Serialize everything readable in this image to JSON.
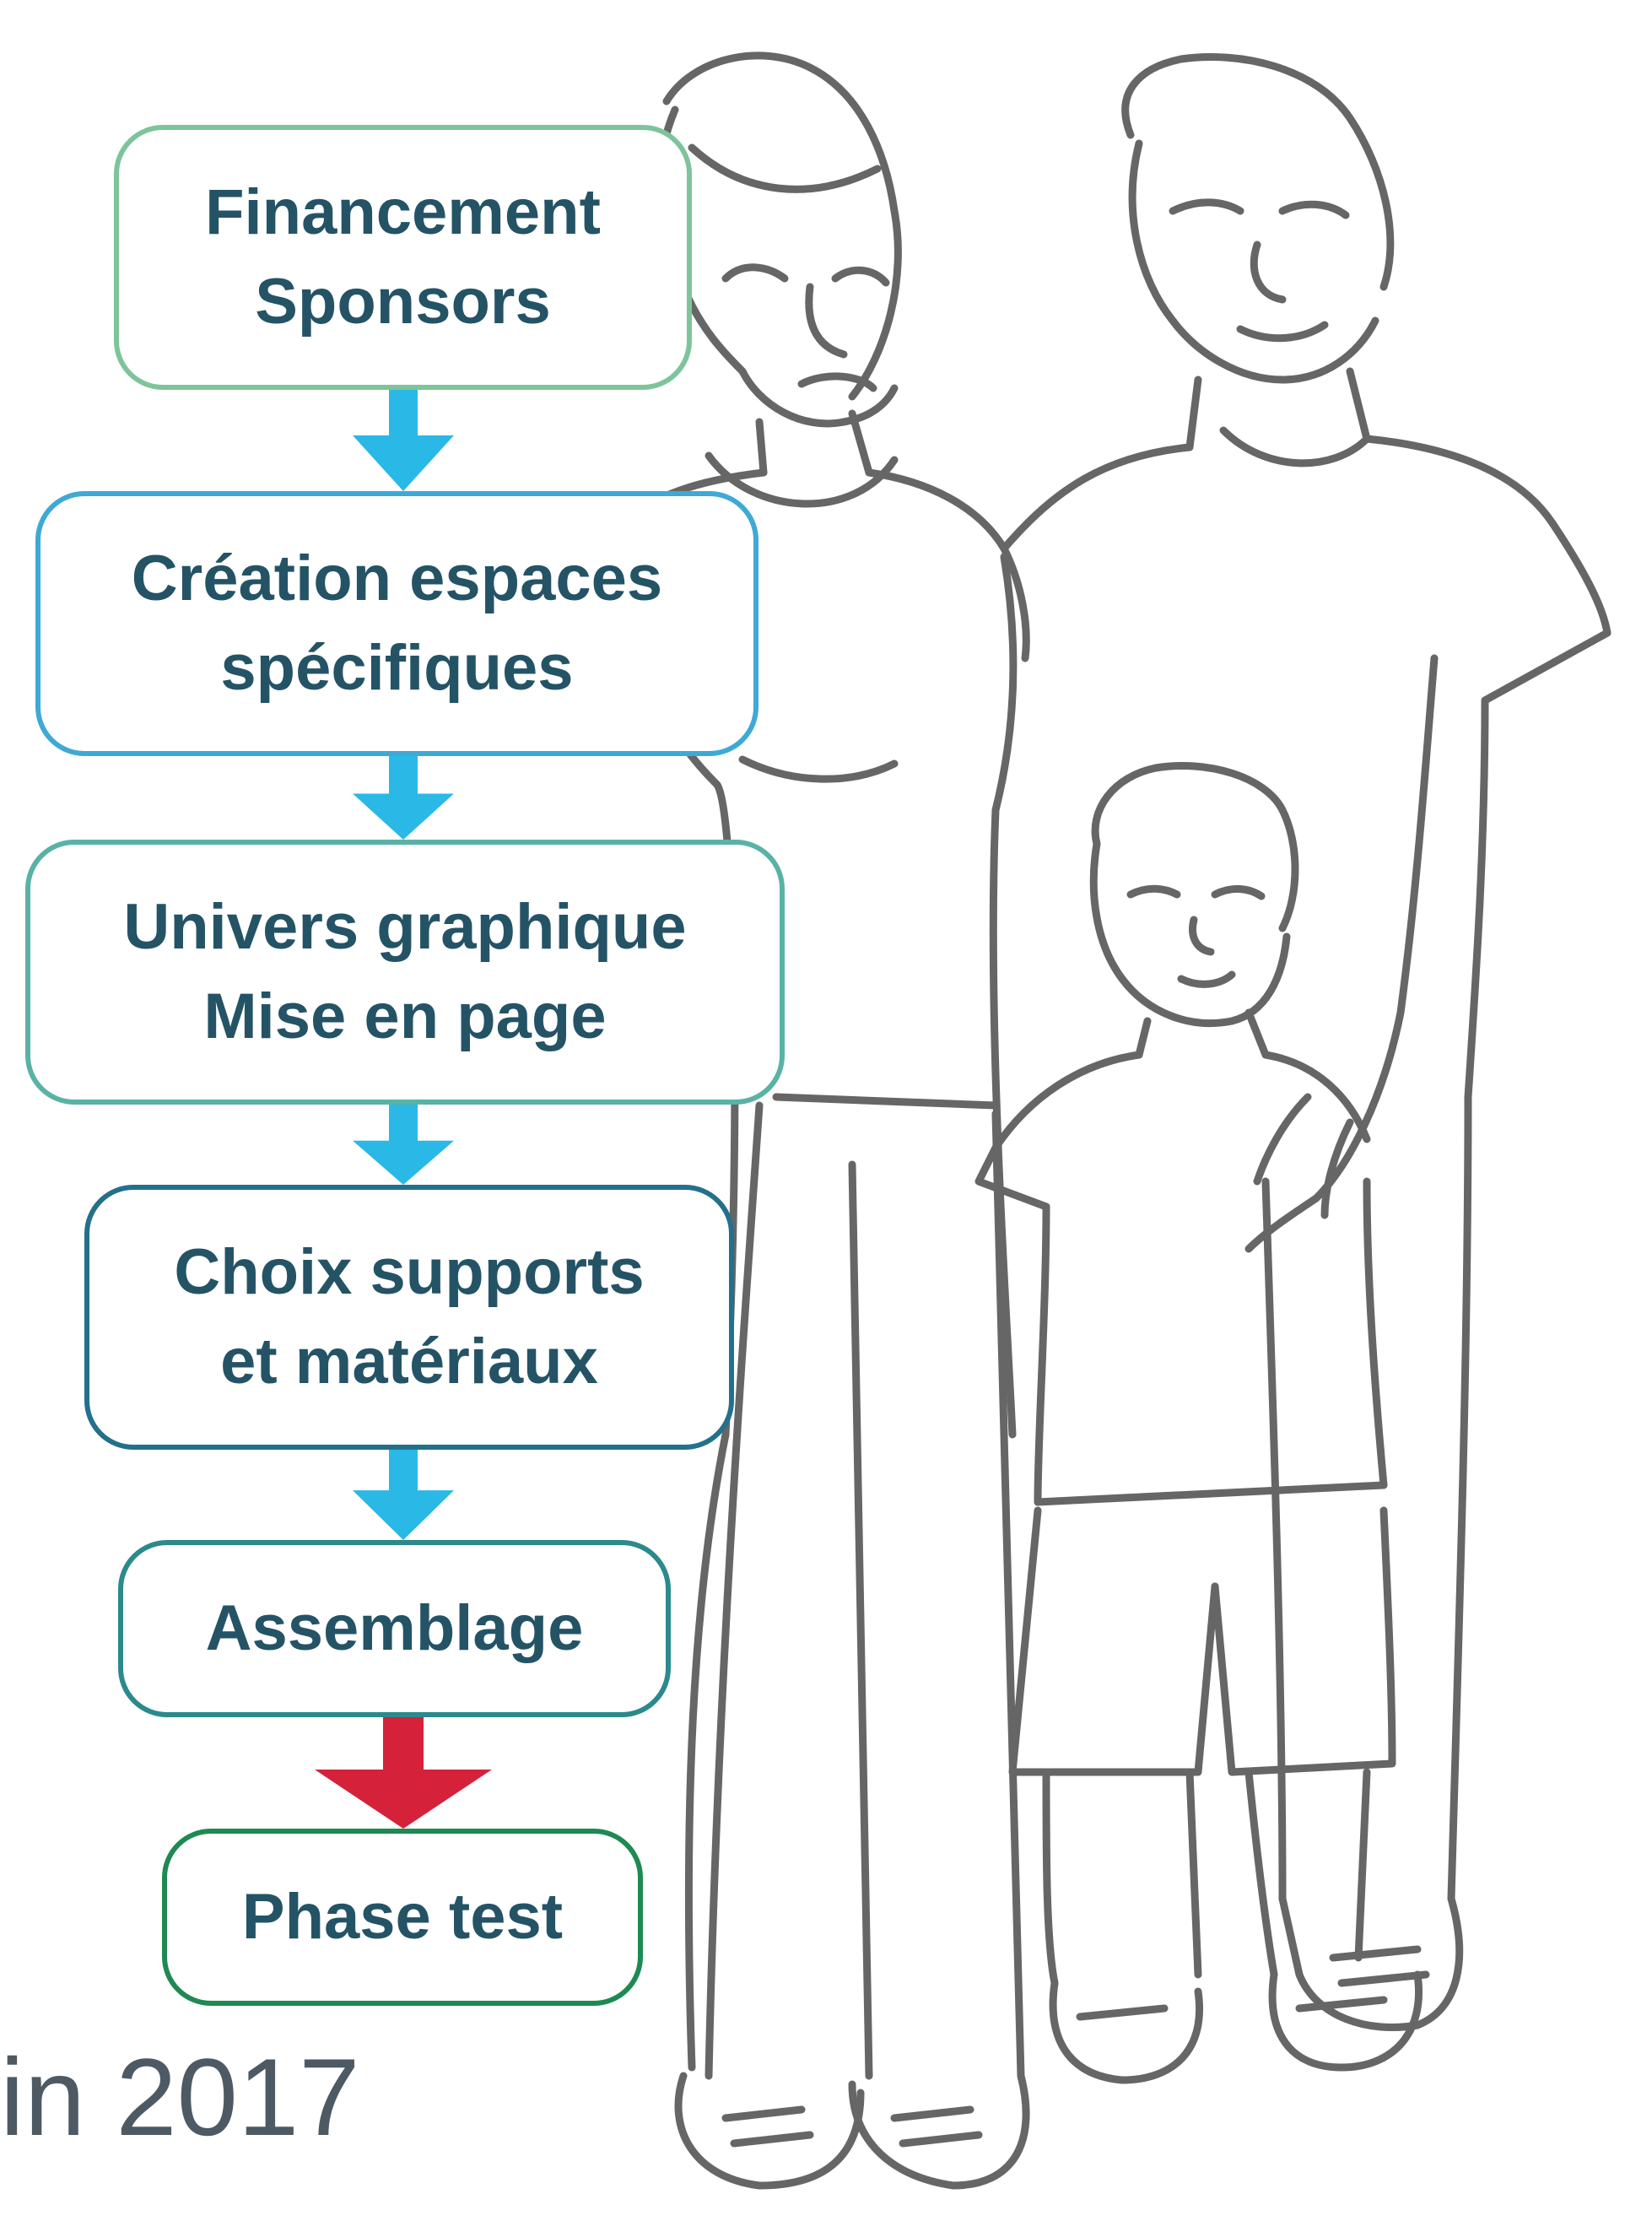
{
  "diagram": {
    "steps": [
      {
        "lines": [
          "Financement",
          "Sponsors"
        ],
        "border_color": "#7ec49a"
      },
      {
        "lines": [
          "Création espaces",
          "spécifiques"
        ],
        "border_color": "#3fa9d6"
      },
      {
        "lines": [
          "Univers graphique",
          "Mise en page"
        ],
        "border_color": "#5ab2a6"
      },
      {
        "lines": [
          "Choix supports",
          "et matériaux"
        ],
        "border_color": "#23708c"
      },
      {
        "lines": [
          "Assemblage"
        ],
        "border_color": "#2a8a8c"
      },
      {
        "lines": [
          "Phase test"
        ],
        "border_color": "#1e8a52"
      }
    ],
    "arrows": [
      {
        "from": "Financement Sponsors",
        "to": "Création espaces spécifiques",
        "color": "#2ab8e6"
      },
      {
        "from": "Création espaces spécifiques",
        "to": "Univers graphique Mise en page",
        "color": "#2ab8e6"
      },
      {
        "from": "Univers graphique Mise en page",
        "to": "Choix supports et matériaux",
        "color": "#2ab8e6"
      },
      {
        "from": "Choix supports et matériaux",
        "to": "Assemblage",
        "color": "#2ab8e6"
      },
      {
        "from": "Assemblage",
        "to": "Phase test",
        "color": "#d6213a"
      }
    ],
    "text_color": "#245366"
  },
  "footer": {
    "text": "in 2017"
  },
  "illustration": {
    "subject": "family-line-drawing",
    "stroke_color": "#666666"
  }
}
